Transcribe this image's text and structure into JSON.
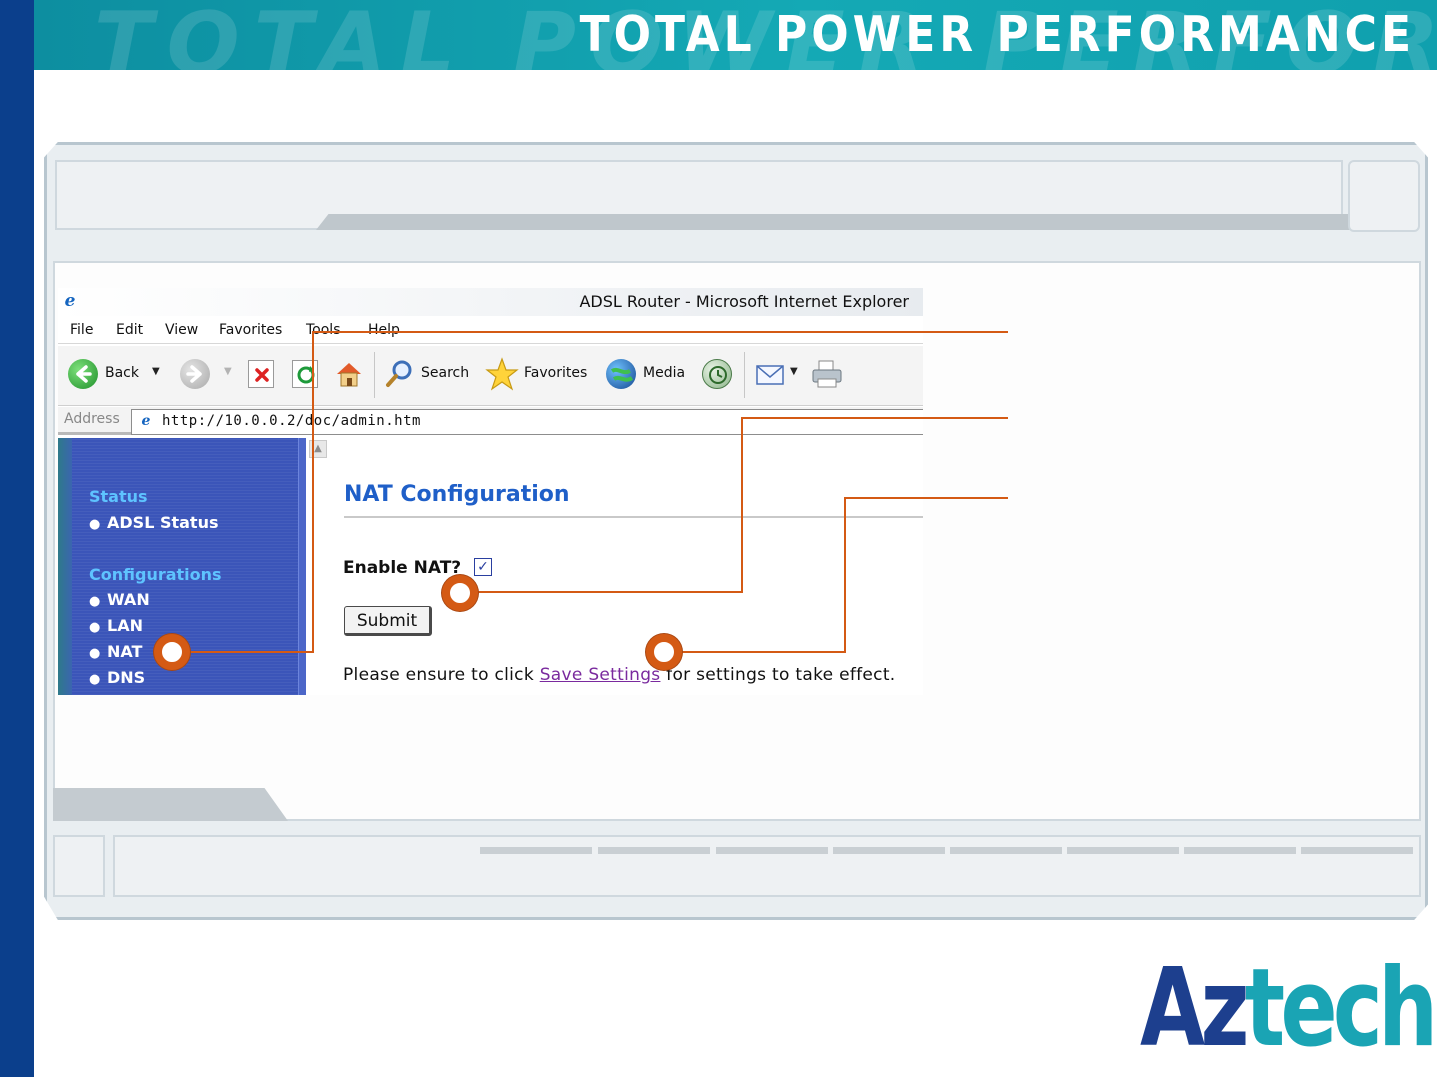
{
  "banner": {
    "title": "TOTAL POWER PERFORMANCE",
    "ghost_text": "TOTAL POWER PERFORMANCE"
  },
  "browser": {
    "window_title": "ADSL Router - Microsoft Internet Explorer",
    "menu": [
      "File",
      "Edit",
      "View",
      "Favorites",
      "Tools",
      "Help"
    ],
    "toolbar": {
      "back_label": "Back",
      "search_label": "Search",
      "favorites_label": "Favorites",
      "media_label": "Media"
    },
    "address_label": "Address",
    "address_url": "http://10.0.0.2/doc/admin.htm"
  },
  "sidebar": {
    "sections": [
      {
        "heading": "Status",
        "items": [
          "ADSL Status"
        ]
      },
      {
        "heading": "Configurations",
        "items": [
          "WAN",
          "LAN",
          "NAT",
          "DNS"
        ]
      }
    ]
  },
  "content": {
    "title": "NAT Configuration",
    "enable_nat_label": "Enable NAT?",
    "enable_nat_checked": true,
    "check_glyph": "✓",
    "submit_label": "Submit",
    "note_before": "Please ensure to click ",
    "note_link": "Save Settings",
    "note_after": " for settings to take effect."
  },
  "logo": {
    "part1": "Az",
    "part2": "tech"
  },
  "colors": {
    "callout": "#d45a14",
    "sidebar_bg": "#3b55b9",
    "title_blue": "#1f5fc8",
    "logo_dark": "#1d3f8e",
    "logo_teal": "#1aa4b4"
  }
}
